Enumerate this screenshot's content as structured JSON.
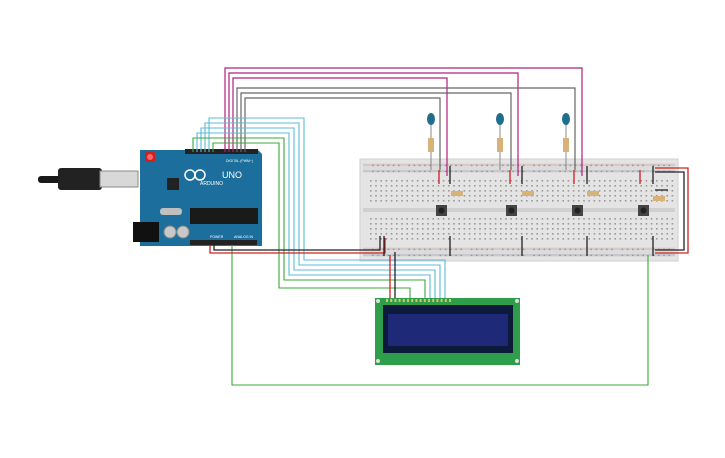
{
  "arduino": {
    "logo_text": "ARDUINO",
    "model": "UNO",
    "digital_label": "DIGITAL (PWM~)",
    "power_label": "POWER",
    "analog_label": "ANALOG IN",
    "board_color": "#1c6e9c"
  },
  "breadboard": {
    "color": "#e4e4e4"
  },
  "lcd": {
    "pcb_color": "#2f9e4a",
    "screen_color": "#1e2a78"
  },
  "components": {
    "leds": 3,
    "pushbuttons": 4,
    "resistors": 7
  },
  "wire_colors": {
    "magenta": "#b0207a",
    "gray": "#666666",
    "cyan": "#5bbcd6",
    "green": "#3aa83a",
    "red": "#d02020",
    "black": "#222222"
  }
}
